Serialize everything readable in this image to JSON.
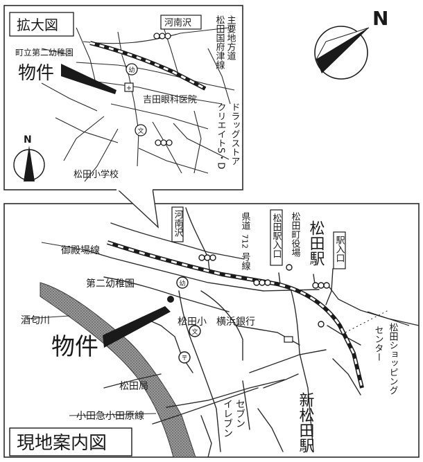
{
  "inset": {
    "title": "拡大図",
    "station": "河南沢",
    "kindergarten": "町立第二幼稚園",
    "property": "物件",
    "clinic": "吉田眼科医院",
    "school": "松田小学校",
    "route": "松田国府津線",
    "route_prefix": "主要地方道",
    "drugstore_1": "ドラッグストア",
    "drugstore_2": "クリエイトS・D"
  },
  "main_map": {
    "title": "現地案内図",
    "station_sign": "河南沢",
    "gotemba_line": "御殿場線",
    "prefectural_road_1": "県道",
    "prefectural_road_2": "712",
    "prefectural_road_3": "号線",
    "matsuda_entrance": "松田駅入口",
    "town_hall": "松田町役場",
    "matsuda_station": "松田駅",
    "station_entrance": "駅入口",
    "kindergarten": "第二幼稚園",
    "river": "酒匂川",
    "property": "物件",
    "school": "松田小",
    "bank": "横浜銀行",
    "shopping_center_1": "松田ショッピング",
    "shopping_center_2": "センター",
    "post_office": "松田局",
    "odakyu_line": "小田急小田原線",
    "seven_eleven_1": "セブン",
    "seven_eleven_2": "イレブン",
    "shin_matsuda": "新松田駅"
  },
  "compass": {
    "large": "N",
    "small": "N"
  },
  "colors": {
    "ink": "#1a1a1a",
    "paper": "#ffffff",
    "river": "#8a8a8a"
  }
}
